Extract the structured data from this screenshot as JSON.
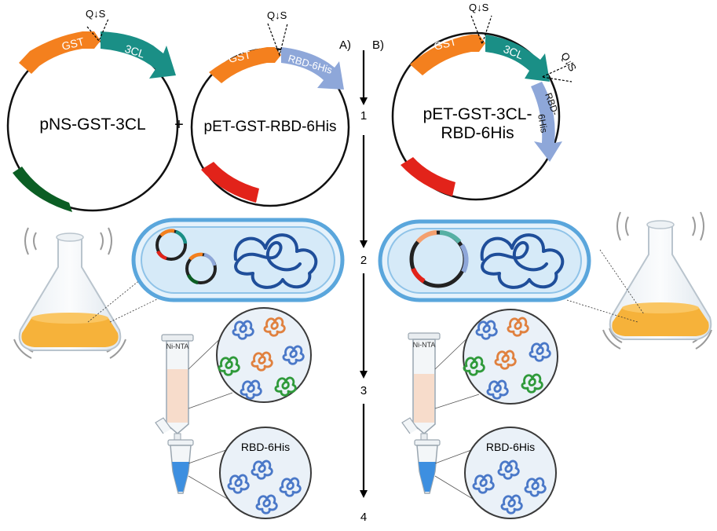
{
  "labels": {
    "cleavage_site": "Q↓S",
    "panel_a": "A)",
    "panel_b": "B)",
    "plus": "+",
    "steps": [
      "1",
      "2",
      "3",
      "4"
    ]
  },
  "plasmid_a1": {
    "name": "pNS-GST-3CL",
    "seg1": "GST",
    "seg2": "3CL"
  },
  "plasmid_a2": {
    "name": "pET-GST-RBD-6His",
    "seg1": "GST",
    "seg2": "RBD-6His"
  },
  "plasmid_b": {
    "name_line1": "pET-GST-3CL-",
    "name_line2": "RBD-6His",
    "seg1": "GST",
    "seg2": "3CL",
    "seg3_line1": "RBD-",
    "seg3_line2": "6His"
  },
  "column_a": {
    "label": "Ni-NTA"
  },
  "column_b": {
    "label": "Ni-NTA"
  },
  "product_a": {
    "label": "RBD-6His"
  },
  "product_b": {
    "label": "RBD-6His"
  },
  "colors": {
    "gst": "#f4801e",
    "cl3": "#1a8f86",
    "rbd": "#8ea7d9",
    "red_marker": "#e2231a",
    "green_marker": "#0b5e24",
    "cell_fill": "#cfe6f6",
    "cell_ring": "#5aa6dc",
    "protein_blue": "#4a78c8",
    "protein_orange": "#e0813f",
    "protein_green": "#2f9a3a",
    "broth": "#f6b23a",
    "column_fill": "#f7dccb",
    "tube_liquid": "#3d8fe0"
  }
}
